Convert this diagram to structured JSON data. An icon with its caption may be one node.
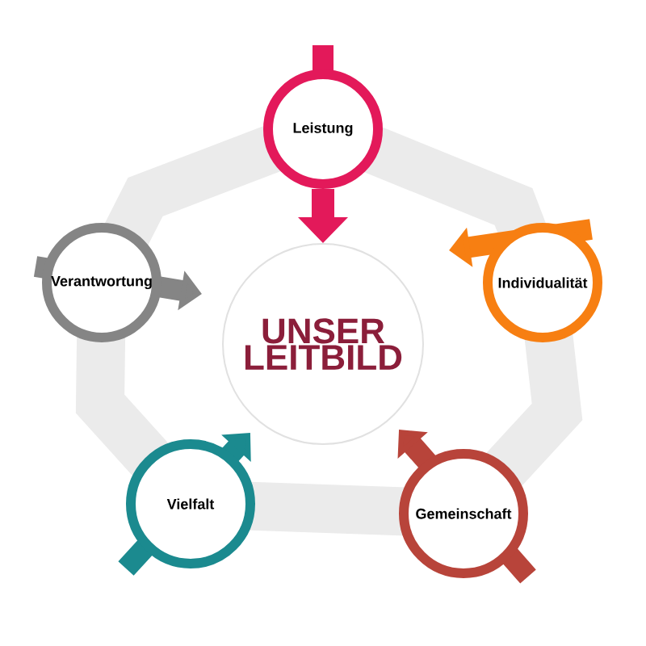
{
  "diagram": {
    "nodes": [
      {
        "text": [
          "Leistung"
        ]
      },
      {
        "text": [
          "Verantwortung"
        ]
      },
      {
        "text": [
          "Individualität"
        ]
      },
      {
        "text": [
          "UNSER LEITBILD"
        ]
      },
      {
        "text": [
          "Vielfalt"
        ]
      },
      {
        "text": [
          "Gemeinschaft"
        ]
      }
    ],
    "edges": [
      {
        "from": 0,
        "to": 3,
        "arrow": "to"
      }
    ]
  }
}
